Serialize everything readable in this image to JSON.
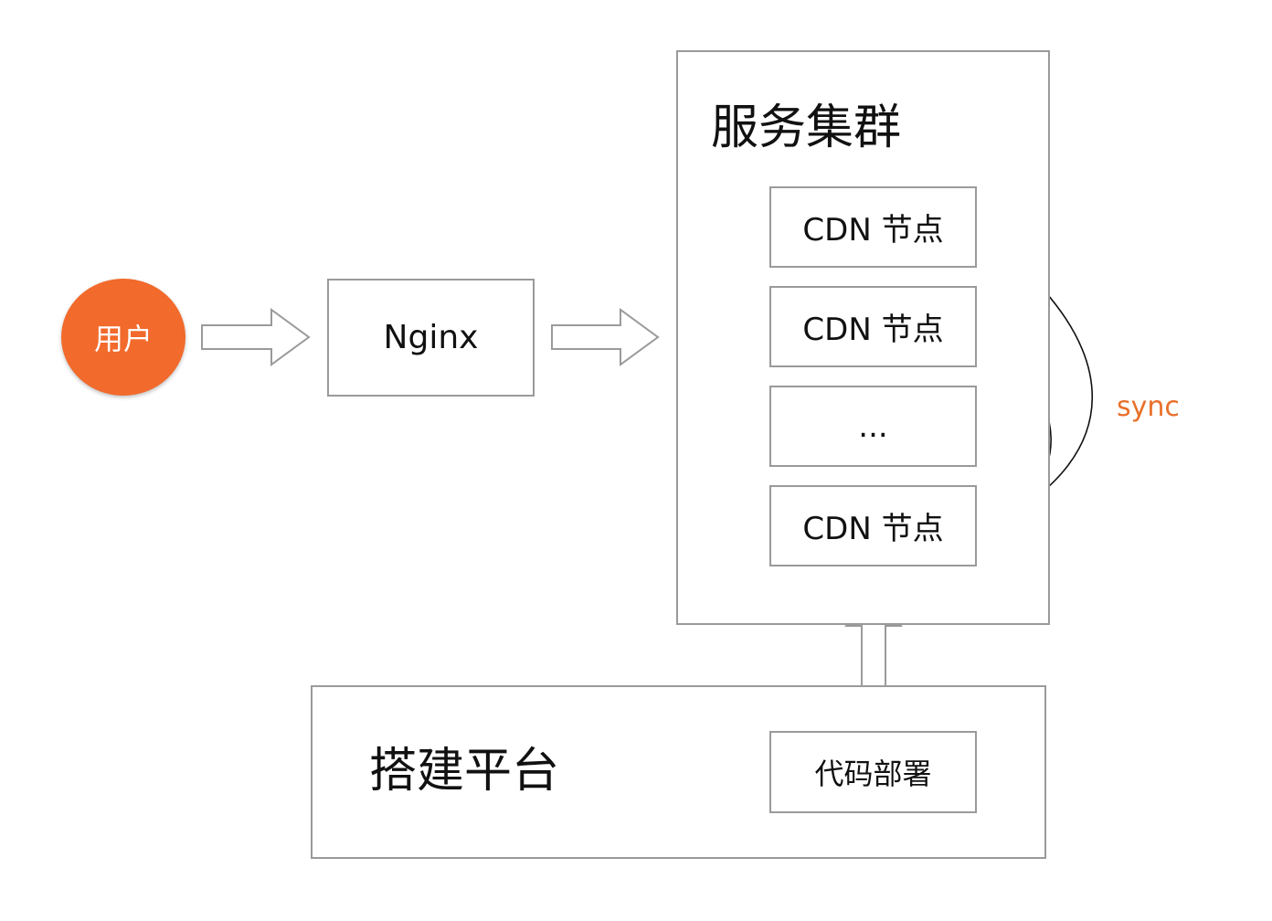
{
  "user": {
    "label": "用户"
  },
  "nginx": {
    "label": "Nginx"
  },
  "cluster": {
    "title": "服务集群",
    "nodes": [
      "CDN 节点",
      "CDN 节点",
      "...",
      "CDN 节点"
    ]
  },
  "platform": {
    "title": "搭建平台",
    "deploy_label": "代码部署"
  },
  "sync": {
    "label": "sync"
  },
  "colors": {
    "accent": "#f26a2c",
    "sync_text": "#e8702a",
    "border": "#9a9a9a"
  }
}
